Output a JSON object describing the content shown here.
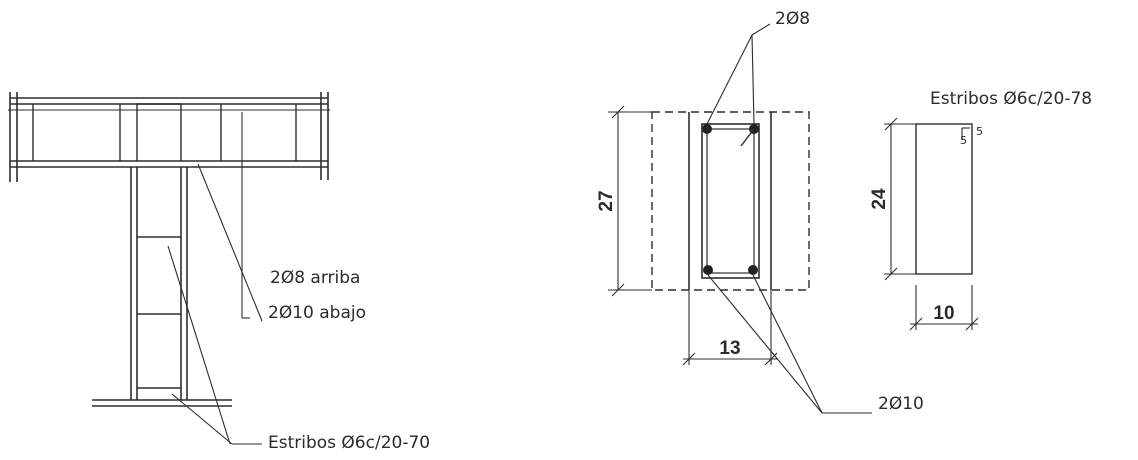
{
  "colors": {
    "line": "#2d2d2d",
    "text": "#2b2b2b",
    "background": "#ffffff"
  },
  "elevation": {
    "top_bars_label": "2Ø8 arriba",
    "bottom_bars_label": "2Ø10 abajo",
    "stirrups_label": "Estribos Ø6c/20-70"
  },
  "section": {
    "top_bars_label": "2Ø8",
    "bottom_bars_label": "2Ø10",
    "height_dim": "27",
    "width_dim": "13"
  },
  "stirrup_detail": {
    "title": "Estribos Ø6c/20-78",
    "height_dim": "24",
    "width_dim": "10",
    "hook_dim_a": "5",
    "hook_dim_b": "5"
  }
}
